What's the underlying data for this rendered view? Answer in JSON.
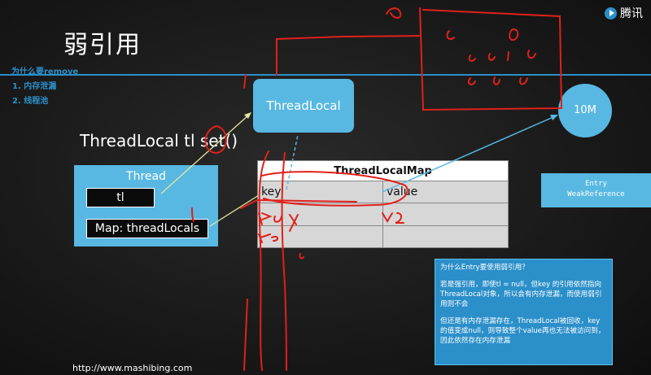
{
  "brand": {
    "name": "腾讯"
  },
  "slide": {
    "title": "弱引用",
    "aside": [
      "为什么要remove",
      "1. 内存泄漏",
      "2. 线程池"
    ],
    "threadlocal_box": "ThreadLocal",
    "memory_circle": "10M",
    "code": "ThreadLocal tl set()",
    "thread": {
      "title": "Thread",
      "tl": "tl",
      "map": "Map: threadLocals"
    },
    "map": {
      "title": "ThreadLocalMap",
      "rows": [
        [
          "key",
          "value"
        ],
        [
          "",
          ""
        ],
        [
          "",
          ""
        ]
      ]
    },
    "entry": {
      "line1": "Entry",
      "line2": "WeakReference"
    },
    "note": {
      "question": "为什么Entry要使用弱引用？",
      "p1": "若是强引用，即使tl = null，但key 的引用依然指向ThreadLocal对象，所以会有内存泄漏，而使用弱引用则不会",
      "p2": "但还是有内存泄漏存在，ThreadLocal被回收，key 的值变成null，则导致整个value再也无法被访问到，因此依然存在内存泄漏"
    },
    "url": "http://www.mashibing.com"
  },
  "colors": {
    "accent": "#2b8fc9",
    "box": "#58b8e2",
    "ink": "#e0201b",
    "arrow": "#e6e6a0"
  }
}
